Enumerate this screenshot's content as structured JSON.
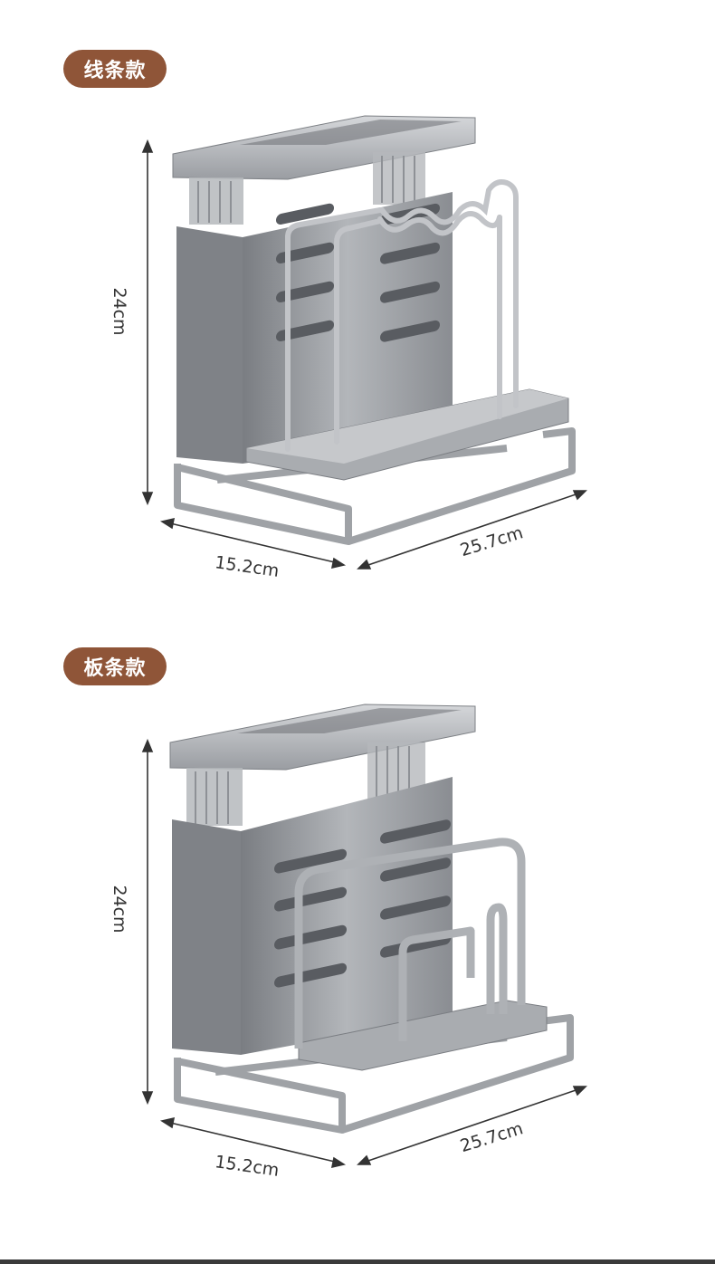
{
  "sections": [
    {
      "label": "线条款",
      "dimensions": {
        "height": "24cm",
        "width": "15.2cm",
        "length": "25.7cm"
      }
    },
    {
      "label": "板条款",
      "dimensions": {
        "height": "24cm",
        "width": "15.2cm",
        "length": "25.7cm"
      }
    }
  ],
  "colors": {
    "badge": "#8f5538",
    "metal": "#8c8f94",
    "metal_dark": "#5e6166",
    "metal_light": "#c9cbcf"
  }
}
